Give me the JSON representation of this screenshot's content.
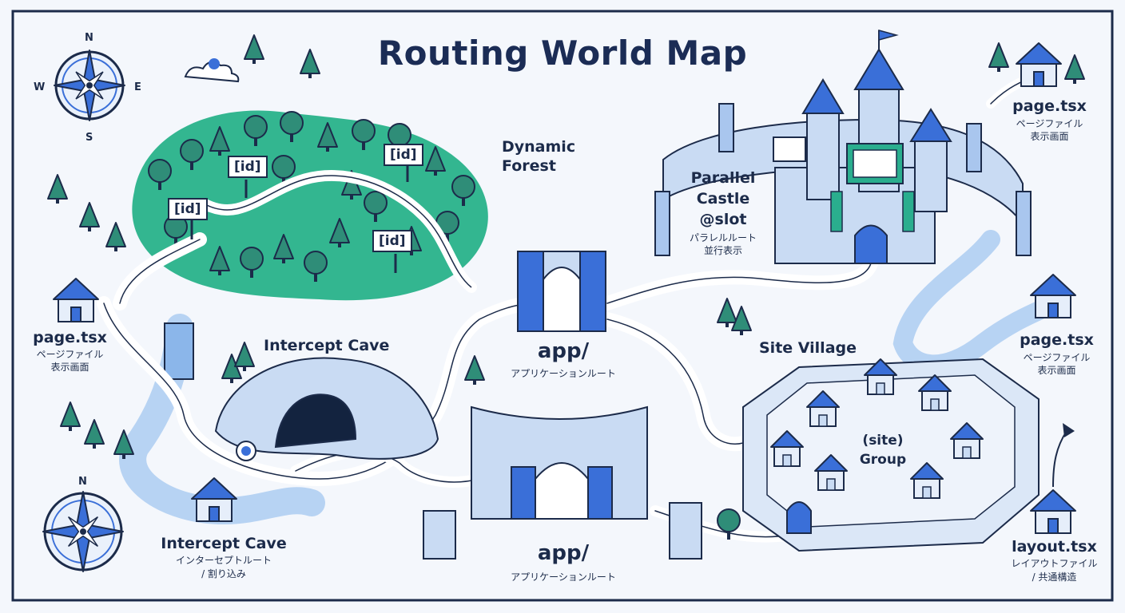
{
  "title": "Routing World Map",
  "compass": {
    "n": "N",
    "s": "S",
    "e": "E",
    "w": "W"
  },
  "forest": {
    "name": "Dynamic\nForest",
    "sign_label": "[id]"
  },
  "castle": {
    "name": "Parallel\nCastle\n@slot",
    "sub": "パラレルルート\n並行表示"
  },
  "cave": {
    "name": "Intercept Cave"
  },
  "village": {
    "name": "Site Village",
    "group": "(site)\nGroup"
  },
  "gate_top": {
    "name": "app/",
    "sub": "アプリケーションルート"
  },
  "gate_bottom": {
    "name": "app/",
    "sub": "アプリケーションルート"
  },
  "house_left": {
    "name": "page.tsx",
    "sub": "ページファイル\n表示画面"
  },
  "house_top_right": {
    "name": "page.tsx",
    "sub": "ページファイル\n表示画面"
  },
  "house_mid_right": {
    "name": "page.tsx",
    "sub": "ページファイル\n表示画面"
  },
  "house_bottom_left": {
    "name": "Intercept Cave",
    "sub": "インターセプトルート\n/ 割り込み"
  },
  "house_bottom_right": {
    "name": "layout.tsx",
    "sub": "レイアウトファイル\n/ 共通構造"
  },
  "colors": {
    "ink": "#1c2b4a",
    "blue": "#3a6fd8",
    "light_blue": "#c9dbf3",
    "green": "#2aae8e",
    "dark_green": "#2f8d78",
    "paper": "#f4f7fc"
  }
}
